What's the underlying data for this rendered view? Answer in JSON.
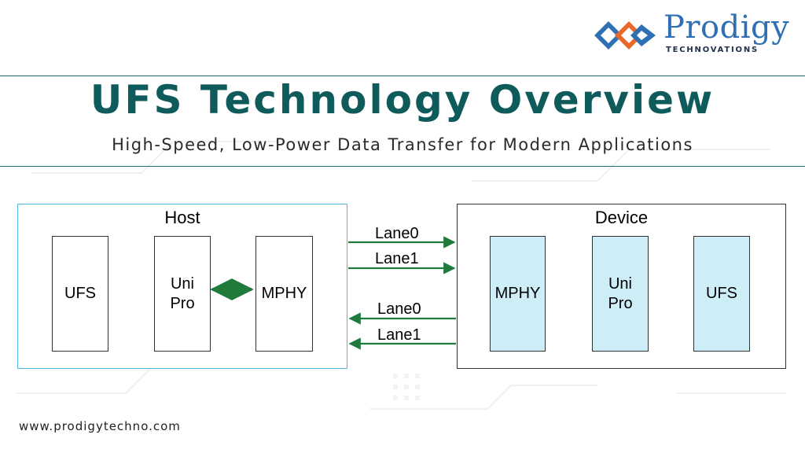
{
  "brand": {
    "name": "Prodigy",
    "tagline": "TECHNOVATIONS",
    "colors": {
      "orange": "#e8692a",
      "blue": "#2f6fb3",
      "navy": "#1f2f4a"
    }
  },
  "header": {
    "title": "UFS Technology Overview",
    "subtitle": "High-Speed, Low-Power Data Transfer for Modern Applications"
  },
  "diagram": {
    "host": {
      "label": "Host",
      "blocks": [
        "UFS",
        "Uni\nPro",
        "MPHY"
      ],
      "internal_link": "bidirectional UniPro–MPHY"
    },
    "device": {
      "label": "Device",
      "blocks": [
        "MPHY",
        "Uni\nPro",
        "UFS"
      ]
    },
    "lanes": {
      "host_to_device": [
        "Lane0",
        "Lane1"
      ],
      "device_to_host": [
        "Lane0",
        "Lane1"
      ]
    },
    "colors": {
      "host_border": "#4fb6e6",
      "device_block_fill": "#cdeef7",
      "link_color": "#1f7a3c"
    }
  },
  "footer": {
    "website": "www.prodigytechno.com"
  }
}
